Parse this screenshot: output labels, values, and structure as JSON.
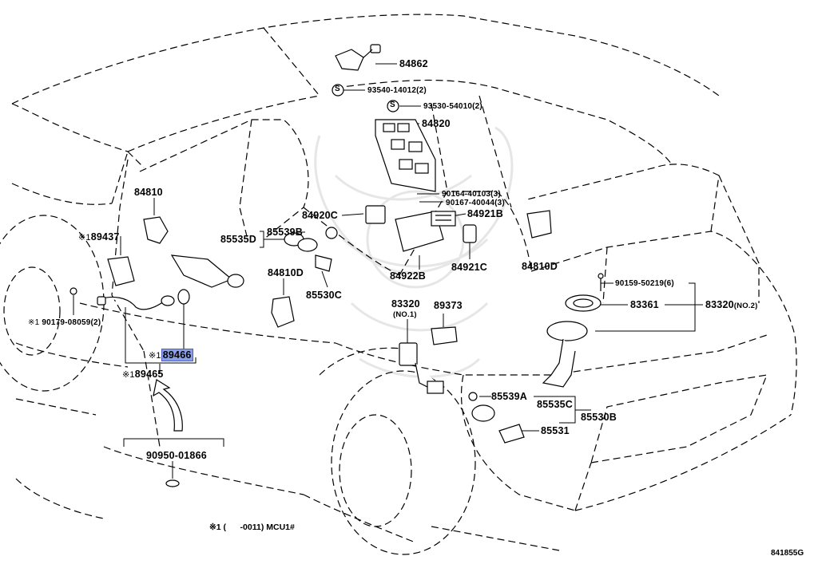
{
  "parts": {
    "p84862": "84862",
    "p93540": "93540-14012(2)",
    "p93530": "93530-54010(2)",
    "p84820": "84820",
    "p90164": "90164-40103(3)",
    "p90167": "90167-40044(3)",
    "p84920c": "84920C",
    "p84921b": "84921B",
    "p84921c": "84921C",
    "p84922b": "84922B",
    "p84810_top": "84810",
    "p84810d_mid": "84810D",
    "p84810d_right": "84810D",
    "p89437": "89437",
    "p85535d": "85535D",
    "p85539b": "85539B",
    "p85530c": "85530C",
    "p90179": "90179-08059(2)",
    "p89466": "89466",
    "p89465": "89465",
    "p83320_no1": "83320",
    "p83320_no1_tag": "(NO.1)",
    "p89373": "89373",
    "p90159": "90159-50219(6)",
    "p83361": "83361",
    "p83320_no2": "83320",
    "p83320_no2_tag": "(NO.2)",
    "p85539a": "85539A",
    "p85535c": "85535C",
    "p85530b": "85530B",
    "p85531": "85531",
    "p90950": "90950-01866"
  },
  "marks": {
    "star": "※1",
    "screw": "S"
  },
  "footnote": "※1 (      -0011) MCU1#",
  "figure_code": "841855G",
  "colors": {
    "line": "#000000",
    "highlight": "#8a9fe6"
  },
  "selected_part": "89466"
}
